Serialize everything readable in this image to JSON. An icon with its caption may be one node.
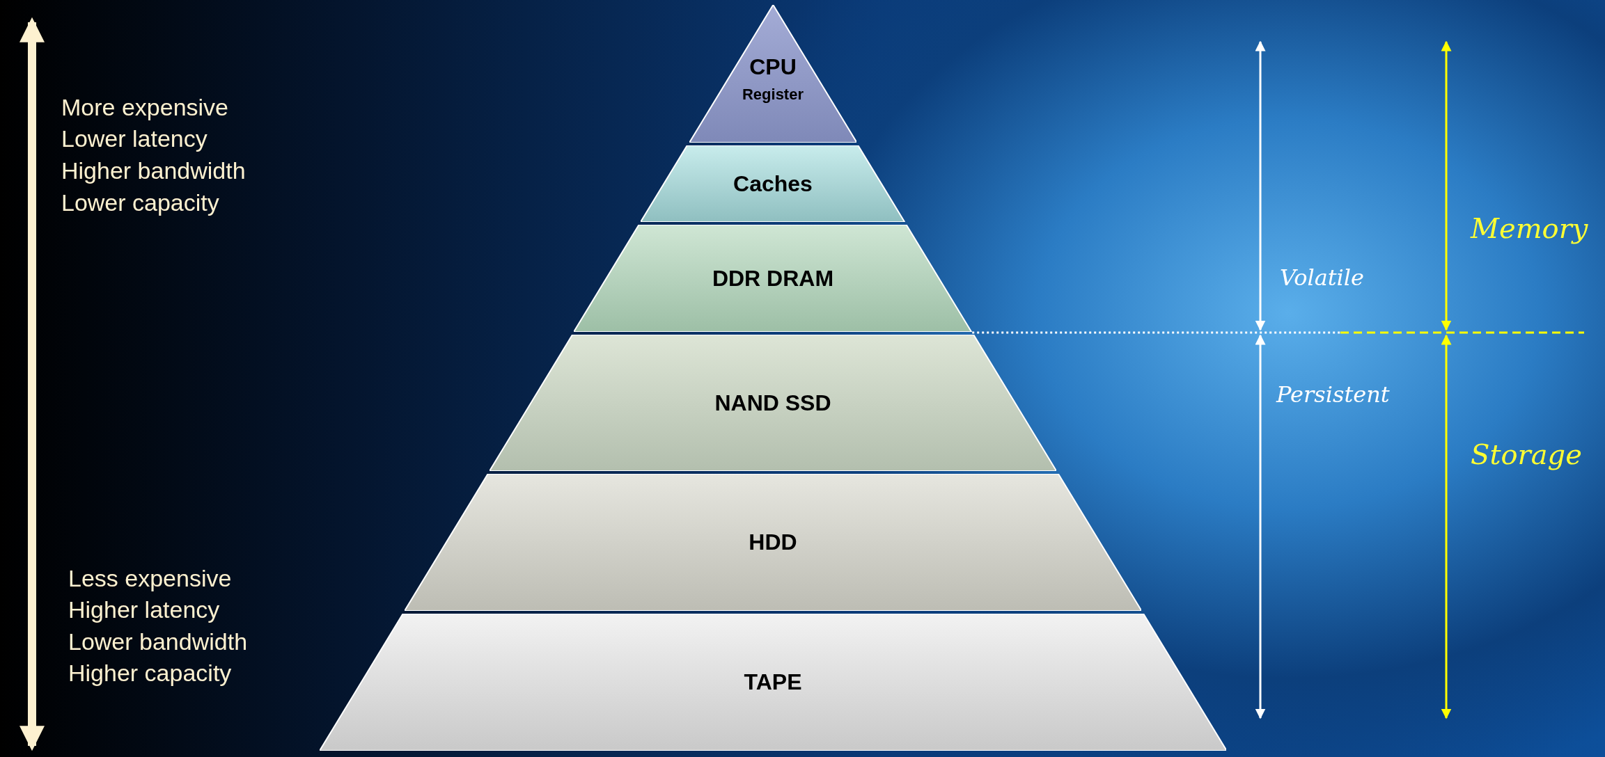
{
  "diagram": {
    "nodes": [
      {
        "text": [
          "CPU",
          "Register"
        ]
      },
      {
        "text": [
          "Caches"
        ]
      },
      {
        "text": [
          "DDR DRAM"
        ]
      },
      {
        "text": [
          "NAND SSD"
        ]
      },
      {
        "text": [
          "HDD"
        ]
      },
      {
        "text": [
          "TAPE"
        ]
      }
    ],
    "labels": [
      "More expensive",
      "Lower latency",
      "Higher bandwidth",
      "Lower capacity",
      "Memory",
      "Volatile",
      "Persistent",
      "Storage",
      "Less expensive",
      "Higher latency",
      "Lower bandwidth",
      "Higher capacity"
    ]
  }
}
